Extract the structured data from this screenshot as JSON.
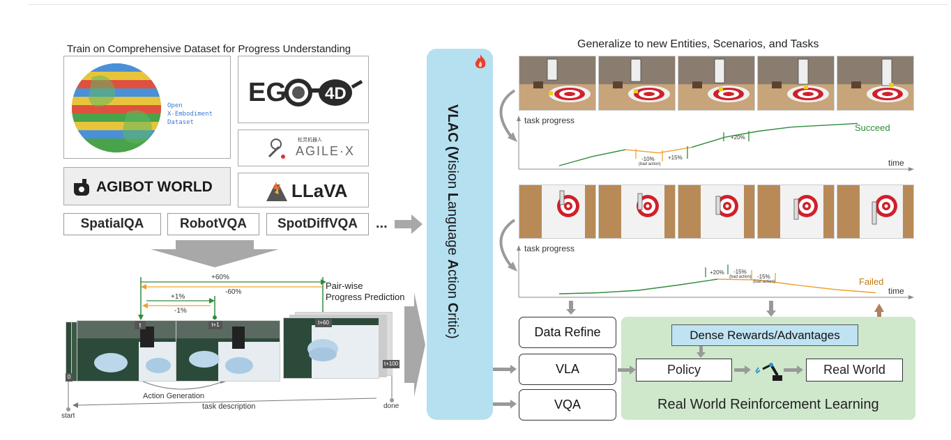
{
  "left": {
    "title": "Train on Comprehensive Dataset for Progress Understanding",
    "oxe_label": [
      "Open",
      "X-Embodiment",
      "Dataset"
    ],
    "ego_logo": "EGO 4D",
    "agilex_cn": "松灵机器人",
    "agilex_logo": "AGILE·X",
    "agibot_logo": "AGIBOT WORLD",
    "llava_logo": "LLaVA",
    "qa_items": [
      "SpatialQA",
      "RobotVQA",
      "SpotDiffVQA"
    ],
    "ellipsis": "..."
  },
  "pair": {
    "plus60": "+60%",
    "minus60": "-60%",
    "plus1": "+1%",
    "minus1": "-1%",
    "label": [
      "Pair-wise",
      "Progress Prediction"
    ],
    "t": "t",
    "t1": "t+1",
    "t60": "t+60",
    "t100": "t+100",
    "zero": "0",
    "action_generation": "Action Generation",
    "task_description": "task description",
    "start": "start",
    "done": "done"
  },
  "vlac": {
    "letters": [
      "V",
      "L",
      "A",
      "C"
    ],
    "title_parts": [
      "V",
      "LAC (",
      "V",
      "ision ",
      "L",
      "anguage ",
      "A",
      "ction ",
      "C",
      "ritic)"
    ],
    "flame_color": "#e8412c",
    "panel_color": "#b5e0f0"
  },
  "right": {
    "title": "Generalize to new Entities, Scenarios, and Tasks",
    "chart1": {
      "ylabel": "task progress",
      "xlabel": "time",
      "result": "Succeed",
      "ann_minus10": "-10%",
      "ann_bad1": "(bad action)",
      "ann_plus15": "+15%",
      "ann_plus20": "+20%"
    },
    "chart2": {
      "ylabel": "task progress",
      "xlabel": "time",
      "result": "Failed",
      "ann_plus20": "+20%",
      "ann_minus15a": "-15%",
      "ann_bad2": "(bad action)",
      "ann_minus15b": "-15%",
      "ann_bad3": "(bad action)"
    }
  },
  "bottom": {
    "data_refine": "Data Refine",
    "vla": "VLA",
    "vqa": "VQA",
    "dense_rewards": "Dense Rewards/Advantages",
    "policy": "Policy",
    "real_world": "Real World",
    "rl_title": "Real World Reinforcement Learning"
  },
  "chart_data": [
    {
      "type": "line",
      "xlabel": "time",
      "ylabel": "task progress",
      "series": [
        {
          "name": "",
          "values": [
            0,
            20,
            35,
            28,
            40,
            62,
            75,
            84,
            88,
            92
          ]
        }
      ],
      "annotations": [
        "-10%",
        "+15%",
        "+20%",
        "Succeed"
      ]
    },
    {
      "type": "line",
      "xlabel": "time",
      "ylabel": "task progress",
      "series": [
        {
          "name": "",
          "values": [
            0,
            3,
            10,
            25,
            42,
            40,
            25,
            12,
            3
          ]
        }
      ],
      "annotations": [
        "+20%",
        "-15%",
        "-15%",
        "Failed"
      ]
    }
  ],
  "colors": {
    "green_line": "#2e8b3a",
    "orange_line": "#f0a030",
    "arrow_gray": "#9a9a9a",
    "rl_panel": "#cfe8cc",
    "dense_box": "#bfe3f2",
    "brown_arrow": "#b08060"
  }
}
